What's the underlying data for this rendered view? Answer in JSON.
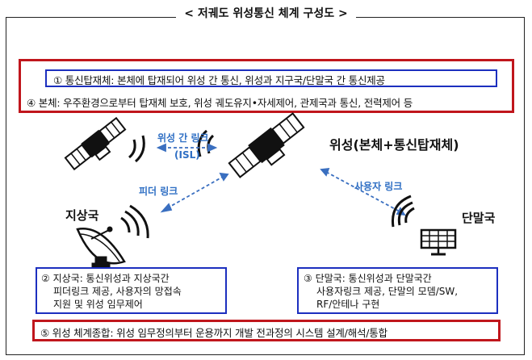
{
  "title": "< 저궤도 위성통신 체계 구성도 >",
  "top_box": {
    "item1": "① 통신탑재체: 본체에 탑재되어 위성 간 통신, 위성과 지구국/단말국 간 통신제공",
    "item4": "④ 본체: 우주환경으로부터 탑재체 보호, 위성 궤도유지•자세제어, 관제국과 통신, 전력제어 등"
  },
  "links": {
    "isl": "위성 간 링크",
    "isl_abbr": "(ISL)",
    "feeder": "피더 링크",
    "user": "사용자 링크"
  },
  "nodes": {
    "satellite": "위성(본체+통신탑재체)",
    "ground": "지상국",
    "terminal": "단말국"
  },
  "ground_box": {
    "line1": "② 지상국: 통신위성과 지상국간",
    "line2": "피더링크 제공, 사용자의 망접속",
    "line3": "지원 및 위성 임무제어"
  },
  "terminal_box": {
    "line1": "③ 단말국: 통신위성과 단말국간",
    "line2": "사용자링크 제공, 단말의 모뎀/SW,",
    "line3": "RF/안테나 구현"
  },
  "bottom_box": {
    "item5": "⑤ 위성 체계종합: 위성 임무정의부터 운용까지 개발 전과정의 시스템 설계/해석/통합"
  }
}
